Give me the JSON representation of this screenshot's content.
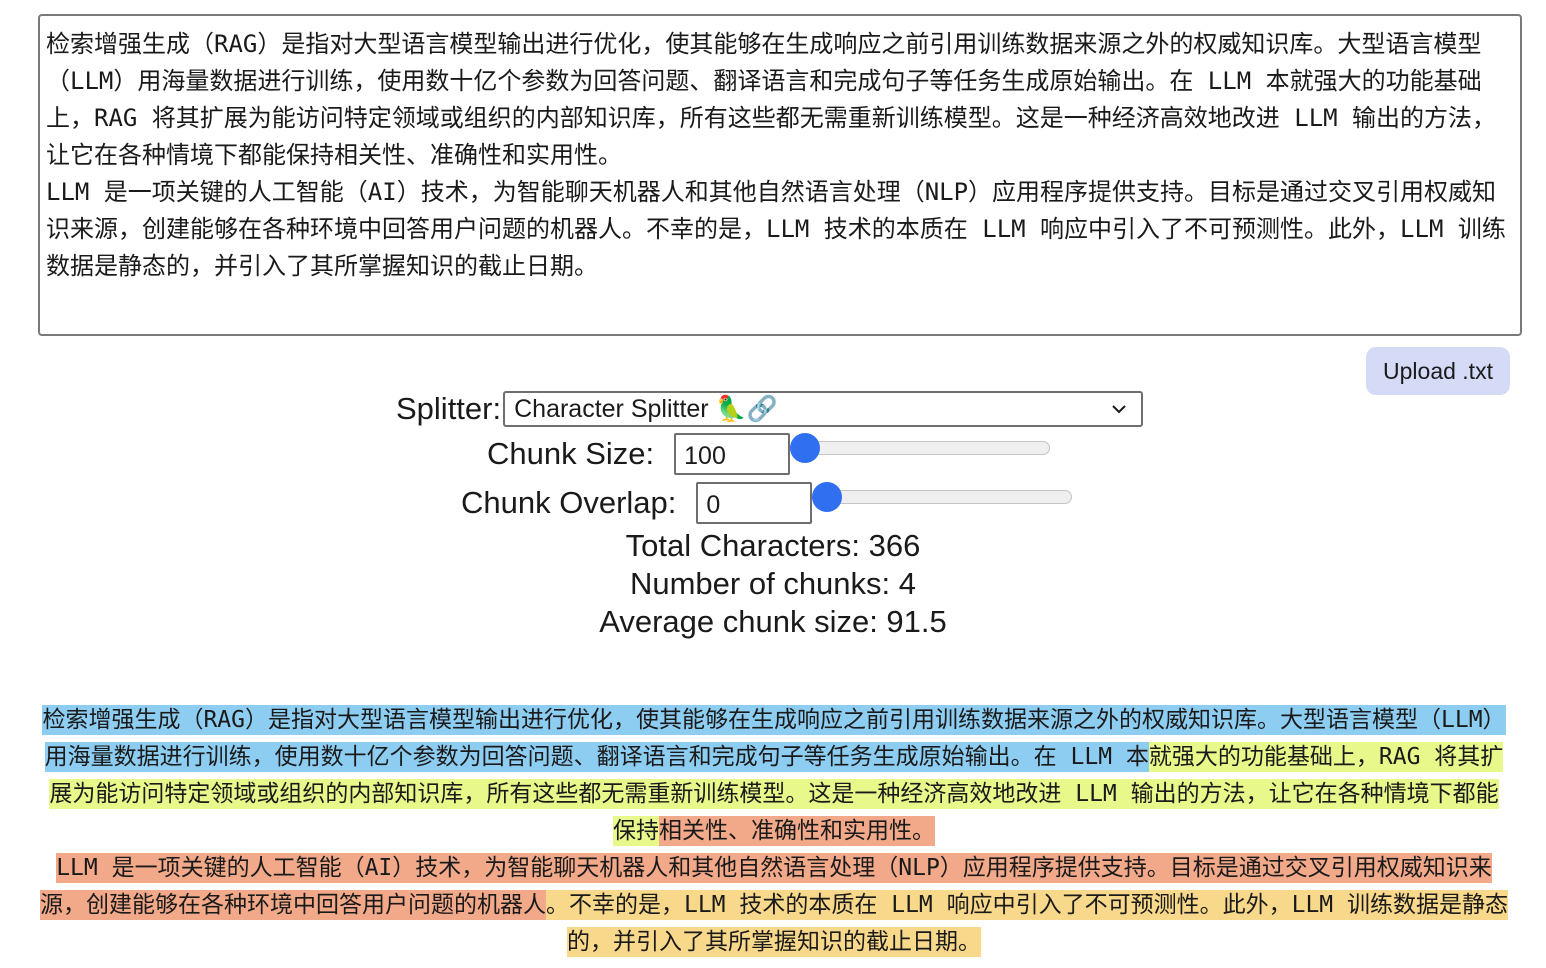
{
  "input": {
    "text": "检索增强生成（RAG）是指对大型语言模型输出进行优化，使其能够在生成响应之前引用训练数据来源之外的权威知识库。大型语言模型（LLM）用海量数据进行训练，使用数十亿个参数为回答问题、翻译语言和完成句子等任务生成原始输出。在 LLM 本就强大的功能基础上，RAG 将其扩展为能访问特定领域或组织的内部知识库，所有这些都无需重新训练模型。这是一种经济高效地改进 LLM 输出的方法，让它在各种情境下都能保持相关性、准确性和实用性。\nLLM 是一项关键的人工智能（AI）技术，为智能聊天机器人和其他自然语言处理（NLP）应用程序提供支持。目标是通过交叉引用权威知识来源，创建能够在各种环境中回答用户问题的机器人。不幸的是，LLM 技术的本质在 LLM 响应中引入了不可预测性。此外，LLM 训练数据是静态的，并引入了其所掌握知识的截止日期。"
  },
  "upload_label": "Upload .txt",
  "splitter": {
    "label": "Splitter:",
    "selected": "Character Splitter 🦜🔗"
  },
  "chunk_size": {
    "label": "Chunk Size:",
    "value": "100",
    "slider_fraction": 0.0
  },
  "chunk_overlap": {
    "label": "Chunk Overlap:",
    "value": "0",
    "slider_fraction": 0.0
  },
  "stats": {
    "total_characters": "Total Characters: 366",
    "num_chunks": "Number of chunks: 4",
    "avg_chunk_size": "Average chunk size: 91.5"
  },
  "chunks": [
    {
      "text": "检索增强生成（RAG）是指对大型语言模型输出进行优化，使其能够在生成响应之前引用训练数据来源之外的权威知识库。大型语言模型（LLM）用海量数据进行训练，使用数十亿个参数为回答问题、翻译语言和完成句子等任务生成原始输出。在 LLM 本",
      "color": "#8ecdf2"
    },
    {
      "text": "就强大的功能基础上，RAG 将其扩展为能访问特定领域或组织的内部知识库，所有这些都无需重新训练模型。这是一种经济高效地改进 LLM 输出的方法，让它在各种情境下都能保持",
      "color": "#e8f88a"
    },
    {
      "text": "相关性、准确性和实用性。\nLLM 是一项关键的人工智能（AI）技术，为智能聊天机器人和其他自然语言处理（NLP）应用程序提供支持。目标是通过交叉引用权威知识来源，创建能够在各种环境中回答用户问题的机器人",
      "color": "#f2a98a"
    },
    {
      "text": "。不幸的是，LLM 技术的本质在 LLM 响应中引入了不可预测性。此外，LLM 训练数据是静态的，并引入了其所掌握知识的截止日期。",
      "color": "#f8d88a"
    }
  ]
}
